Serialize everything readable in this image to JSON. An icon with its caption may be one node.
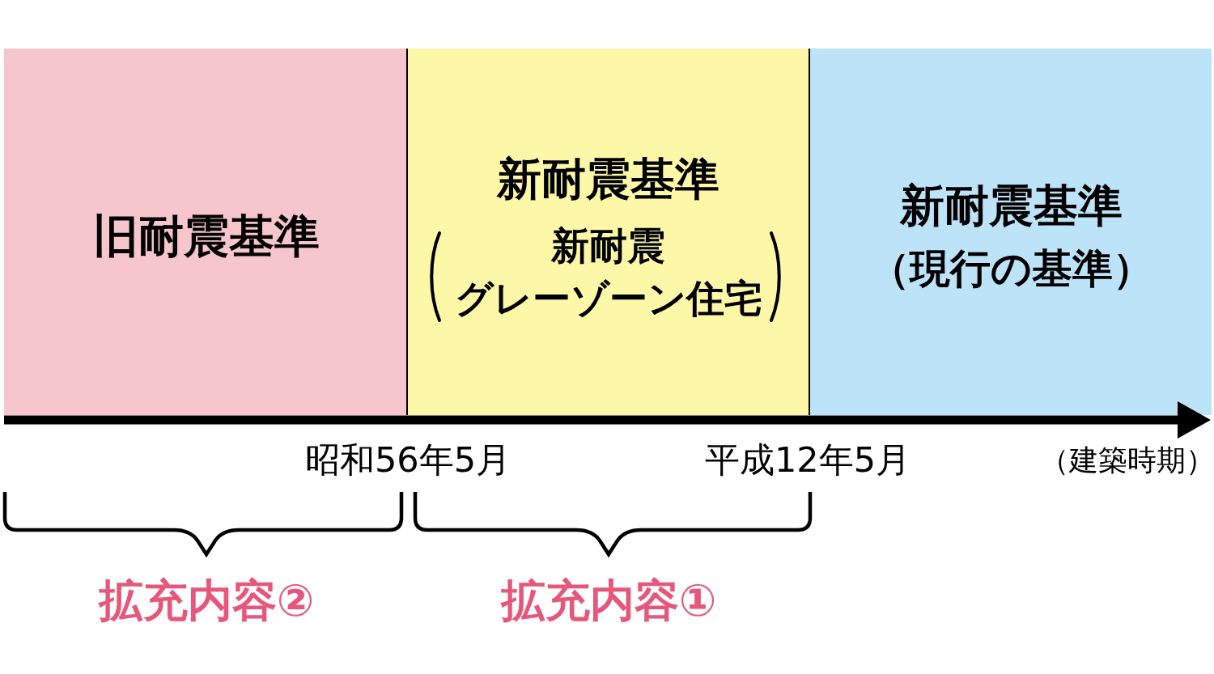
{
  "diagram": {
    "nodes": [
      {
        "text": [
          "旧耐震基準"
        ]
      },
      {
        "text": [
          "新耐震基準",
          "新耐震グレーゾーン住宅"
        ]
      },
      {
        "text": [
          "新耐震基準",
          "（現行の基準）"
        ]
      }
    ],
    "labels": [
      "昭和56年5月",
      "平成12年5月",
      "（建築時期）",
      "拡充内容②",
      "拡充内容①"
    ]
  }
}
